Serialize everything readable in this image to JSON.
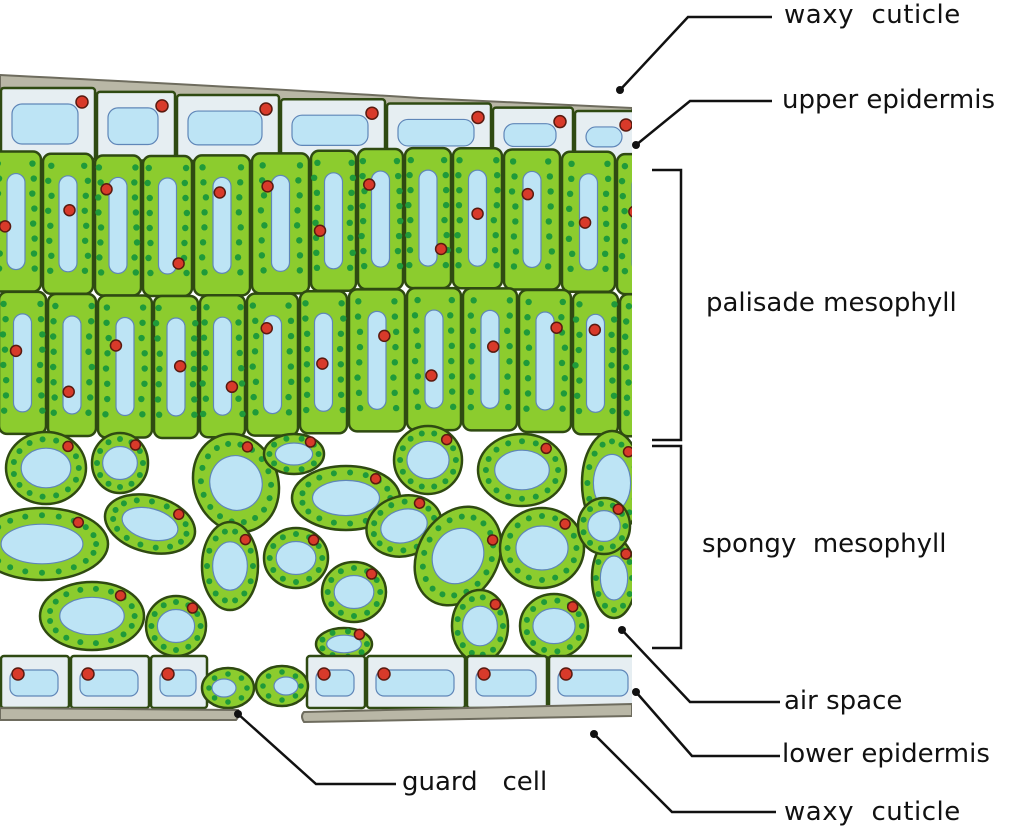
{
  "diagram": {
    "labels": {
      "waxy_cuticle_top": "waxy  cuticle",
      "upper_epidermis": "upper epidermis",
      "palisade_mesophyll": "palisade mesophyll",
      "spongy_mesophyll": "spongy  mesophyll",
      "air_space": "air space",
      "lower_epidermis": "lower epidermis",
      "guard_cell": "guard   cell",
      "waxy_cuticle_bottom": "waxy  cuticle"
    },
    "colors": {
      "cell_green": "#8ccc2e",
      "cell_outline": "#2f4a12",
      "chloroplast": "#1f9a3a",
      "nucleus": "#d83a2a",
      "vacuole": "#bde4f5",
      "epidermis": "#e6eef2",
      "cuticle": "#b9b7a6"
    }
  }
}
